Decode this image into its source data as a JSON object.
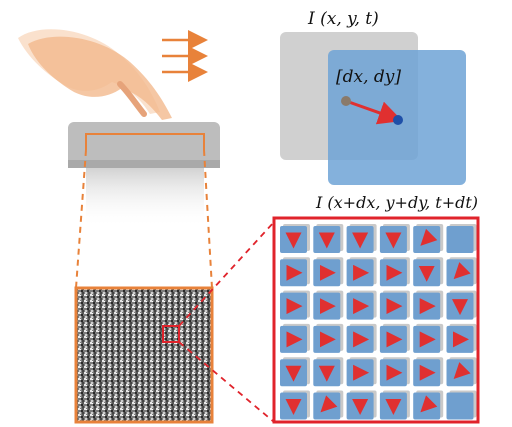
{
  "labels": {
    "frame_t": "I (x, y, t)",
    "displacement": "[dx, dy]",
    "frame_t_dt": "I (x+dx, y+dy, t+dt)"
  },
  "colors": {
    "accent_orange": "#e8823a",
    "zoom_red": "#e0232b",
    "frame_gray": "#c8c8c8",
    "frame_blue": "#6fa3d6",
    "tile_blue": "#6f9fcf",
    "vector_red": "#e03030",
    "device_gray": "#bdbdbd"
  },
  "icons": [
    "hand-icon",
    "motion-arrows-icon",
    "device-icon",
    "speckle-pattern-icon"
  ],
  "grid": {
    "rows": 6,
    "cols": 6,
    "arrows": [
      [
        "down",
        "down",
        "down",
        "down",
        "down-left",
        "none"
      ],
      [
        "right",
        "right",
        "right",
        "right",
        "down",
        "down-left"
      ],
      [
        "right",
        "right",
        "right",
        "right",
        "right",
        "down"
      ],
      [
        "right",
        "right",
        "right",
        "right",
        "right",
        "right"
      ],
      [
        "down",
        "down",
        "right",
        "right",
        "right",
        "down-left"
      ],
      [
        "down",
        "down-left",
        "down",
        "down",
        "down-left",
        "none"
      ]
    ]
  }
}
